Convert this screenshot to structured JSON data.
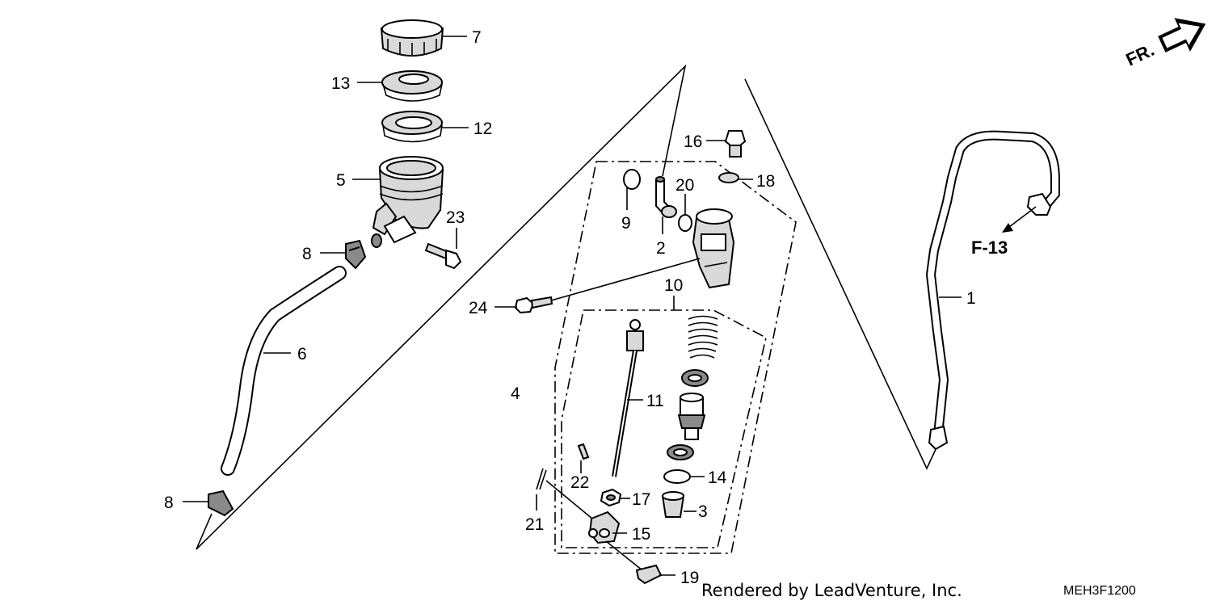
{
  "callouts": {
    "p1": "1",
    "p2": "2",
    "p3": "3",
    "p4": "4",
    "p5": "5",
    "p6": "6",
    "p7": "7",
    "p8a": "8",
    "p8b": "8",
    "p9": "9",
    "p10": "10",
    "p11": "11",
    "p12": "12",
    "p13": "13",
    "p14": "14",
    "p15": "15",
    "p16": "16",
    "p17": "17",
    "p18": "18",
    "p19": "19",
    "p20": "20",
    "p21": "21",
    "p22": "22",
    "p23": "23",
    "p24": "24"
  },
  "reference": {
    "section": "F-13"
  },
  "orientation": {
    "front_label": "FR."
  },
  "footer": {
    "credit": "Rendered by LeadVenture, Inc.",
    "diagram_code": "MEH3F1200"
  }
}
